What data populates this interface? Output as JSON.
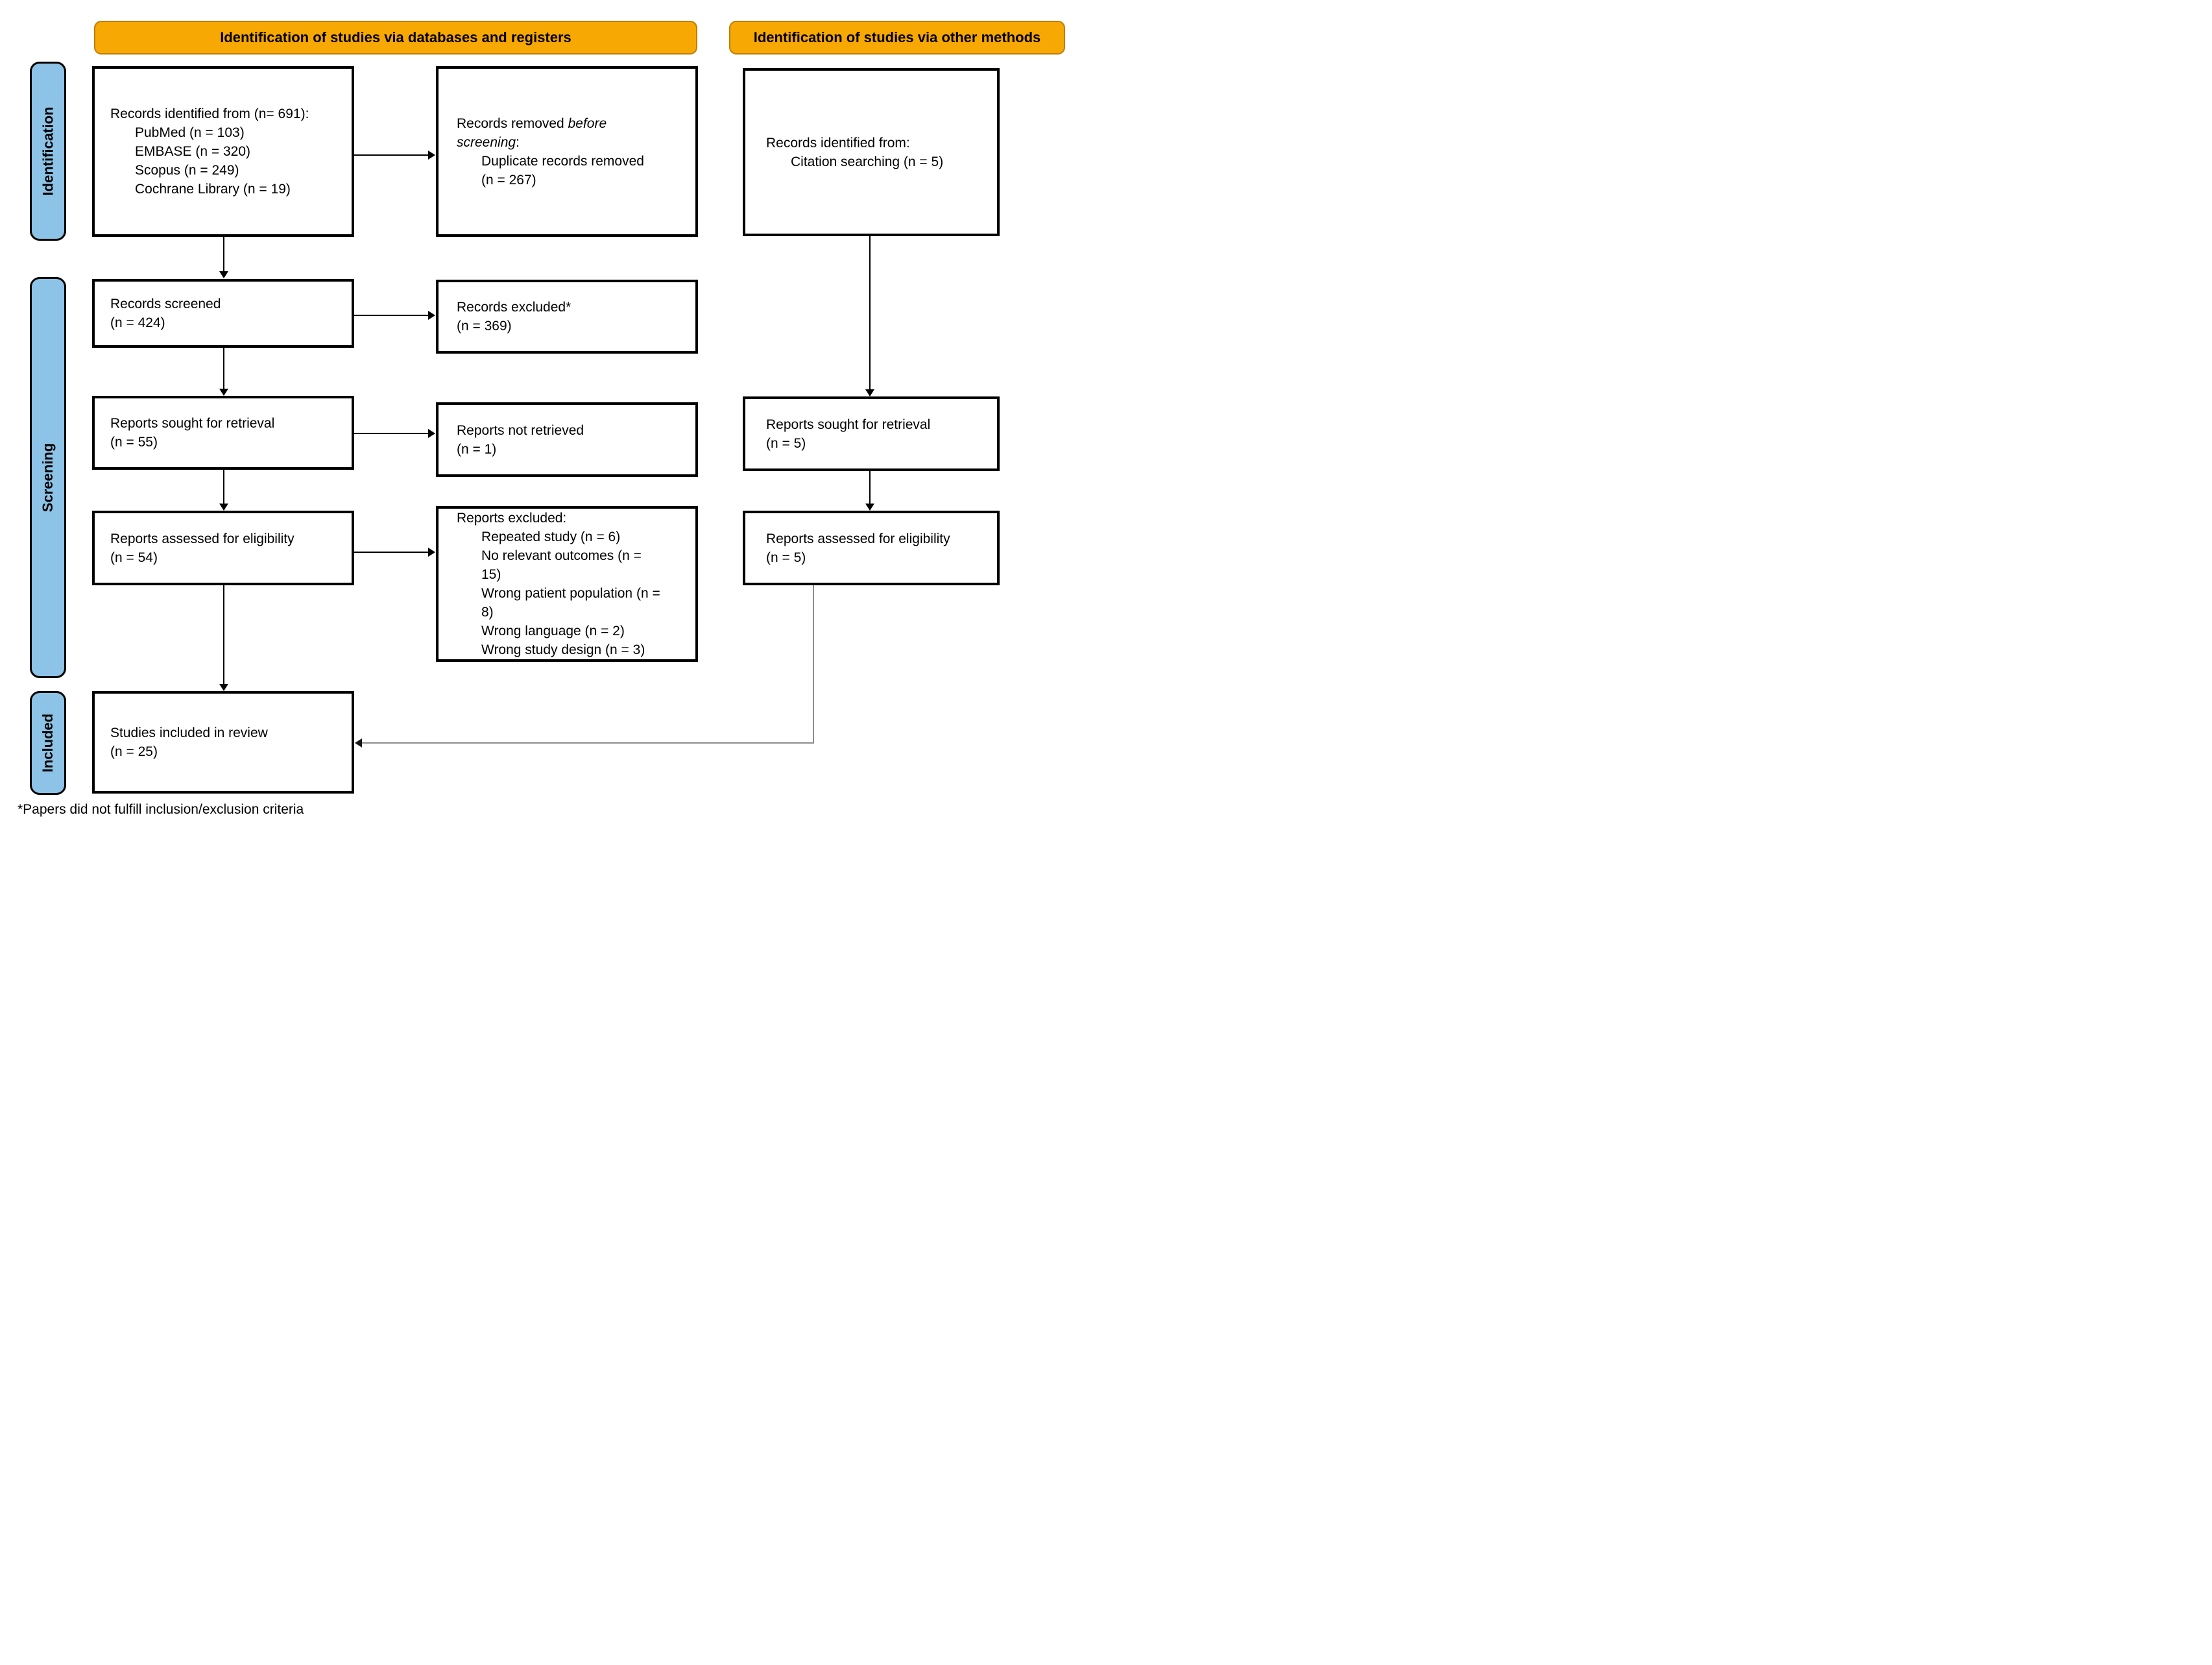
{
  "banners": {
    "left": "Identification of studies via databases and registers",
    "right": "Identification of studies via other methods"
  },
  "stage_labels": {
    "identification": "Identification",
    "screening": "Screening",
    "included": "Included"
  },
  "colors": {
    "banner": "#F7A802",
    "banner_border": "#BF7D05",
    "stage_blue": "#8DC3E6",
    "connector_gray": "#8C8C8C"
  },
  "boxes": {
    "db_identified": {
      "title": "Records identified from (n= 691):",
      "items": [
        "PubMed (n = 103)",
        "EMBASE (n = 320)",
        "Scopus (n = 249)",
        "Cochrane Library (n = 19)"
      ]
    },
    "removed_before": {
      "title_pre": "Records removed ",
      "title_italic_1": "before",
      "title_italic_2": "screening",
      "title_post": ":",
      "item_line_1": "Duplicate records removed",
      "item_line_2": "(n = 267)"
    },
    "other_identified": {
      "title": "Records identified from:",
      "item": "Citation searching (n = 5)"
    },
    "records_screened": {
      "line1": "Records screened",
      "line2": "(n = 424)"
    },
    "records_excluded": {
      "line1": "Records excluded*",
      "line2": "(n = 369)"
    },
    "reports_sought_db": {
      "line1": "Reports sought for retrieval",
      "line2": "(n = 55)"
    },
    "reports_not_retrieved": {
      "line1": "Reports not retrieved",
      "line2": "(n = 1)"
    },
    "reports_sought_other": {
      "line1": "Reports sought for retrieval",
      "line2": "(n = 5)"
    },
    "reports_assessed_db": {
      "line1": "Reports assessed for eligibility",
      "line2": "(n = 54)"
    },
    "reports_excluded": {
      "title": "Reports excluded:",
      "items": [
        [
          "Repeated study (n = 6)"
        ],
        [
          "No relevant outcomes (n =",
          "15)"
        ],
        [
          "Wrong patient population (n =",
          "8)"
        ],
        [
          "Wrong language (n = 2)"
        ],
        [
          "Wrong study design (n = 3)"
        ]
      ]
    },
    "reports_assessed_other": {
      "line1": "Reports assessed for eligibility",
      "line2": "(n = 5)"
    },
    "studies_included": {
      "line1": "Studies included in review",
      "line2": "(n = 25)"
    }
  },
  "footnote": "*Papers did not fulfill inclusion/exclusion criteria"
}
